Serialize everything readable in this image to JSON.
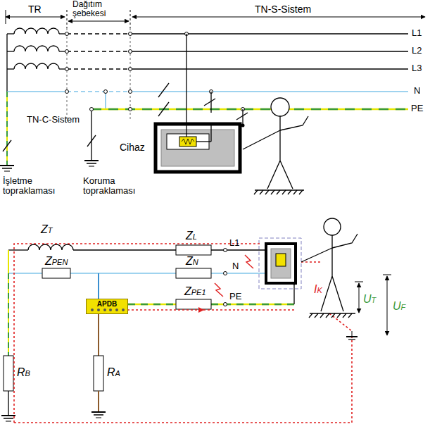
{
  "diagram": {
    "nodes": [
      {
        "text": [
          "Cihaz"
        ]
      },
      {
        "text": [
          "APDB"
        ]
      }
    ],
    "labels": [
      "TR",
      "Dağıtım şebekesi",
      "TN-S-Sistem",
      "L1",
      "L2",
      "L3",
      "N",
      "PE",
      "TN-C-Sistem",
      "İşletme topraklaması",
      "Koruma topraklaması",
      "ZT",
      "ZPEN",
      "ZL",
      "ZN",
      "ZPE1",
      "L1",
      "N",
      "PE",
      "RB",
      "RA",
      "IK",
      "UT",
      "UF"
    ]
  }
}
